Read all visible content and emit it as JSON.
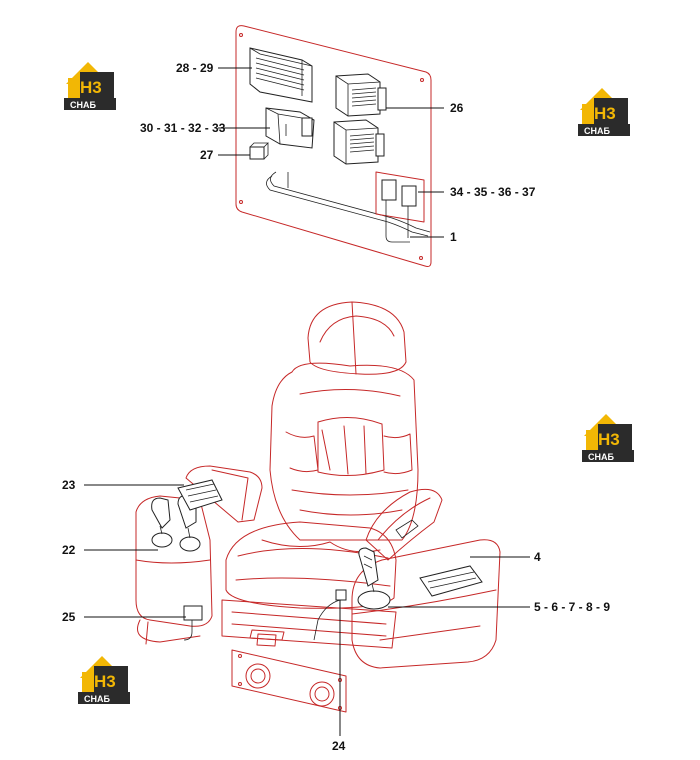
{
  "callouts": {
    "c28_29": "28 - 29",
    "c26": "26",
    "c30_33": "30 - 31 - 32 - 33",
    "c27": "27",
    "c34_37": "34 - 35 - 36 - 37",
    "c1": "1",
    "c23": "23",
    "c22": "22",
    "c4": "4",
    "c5_9": "5 - 6 - 7 - 8 - 9",
    "c25": "25",
    "c24": "24"
  },
  "watermark": {
    "letters": "Н3",
    "word": "СНАБ"
  },
  "colors": {
    "part_red": "#c62828",
    "logo_yellow": "#f2b705",
    "logo_dark": "#2b2b2b",
    "line": "#111111"
  }
}
